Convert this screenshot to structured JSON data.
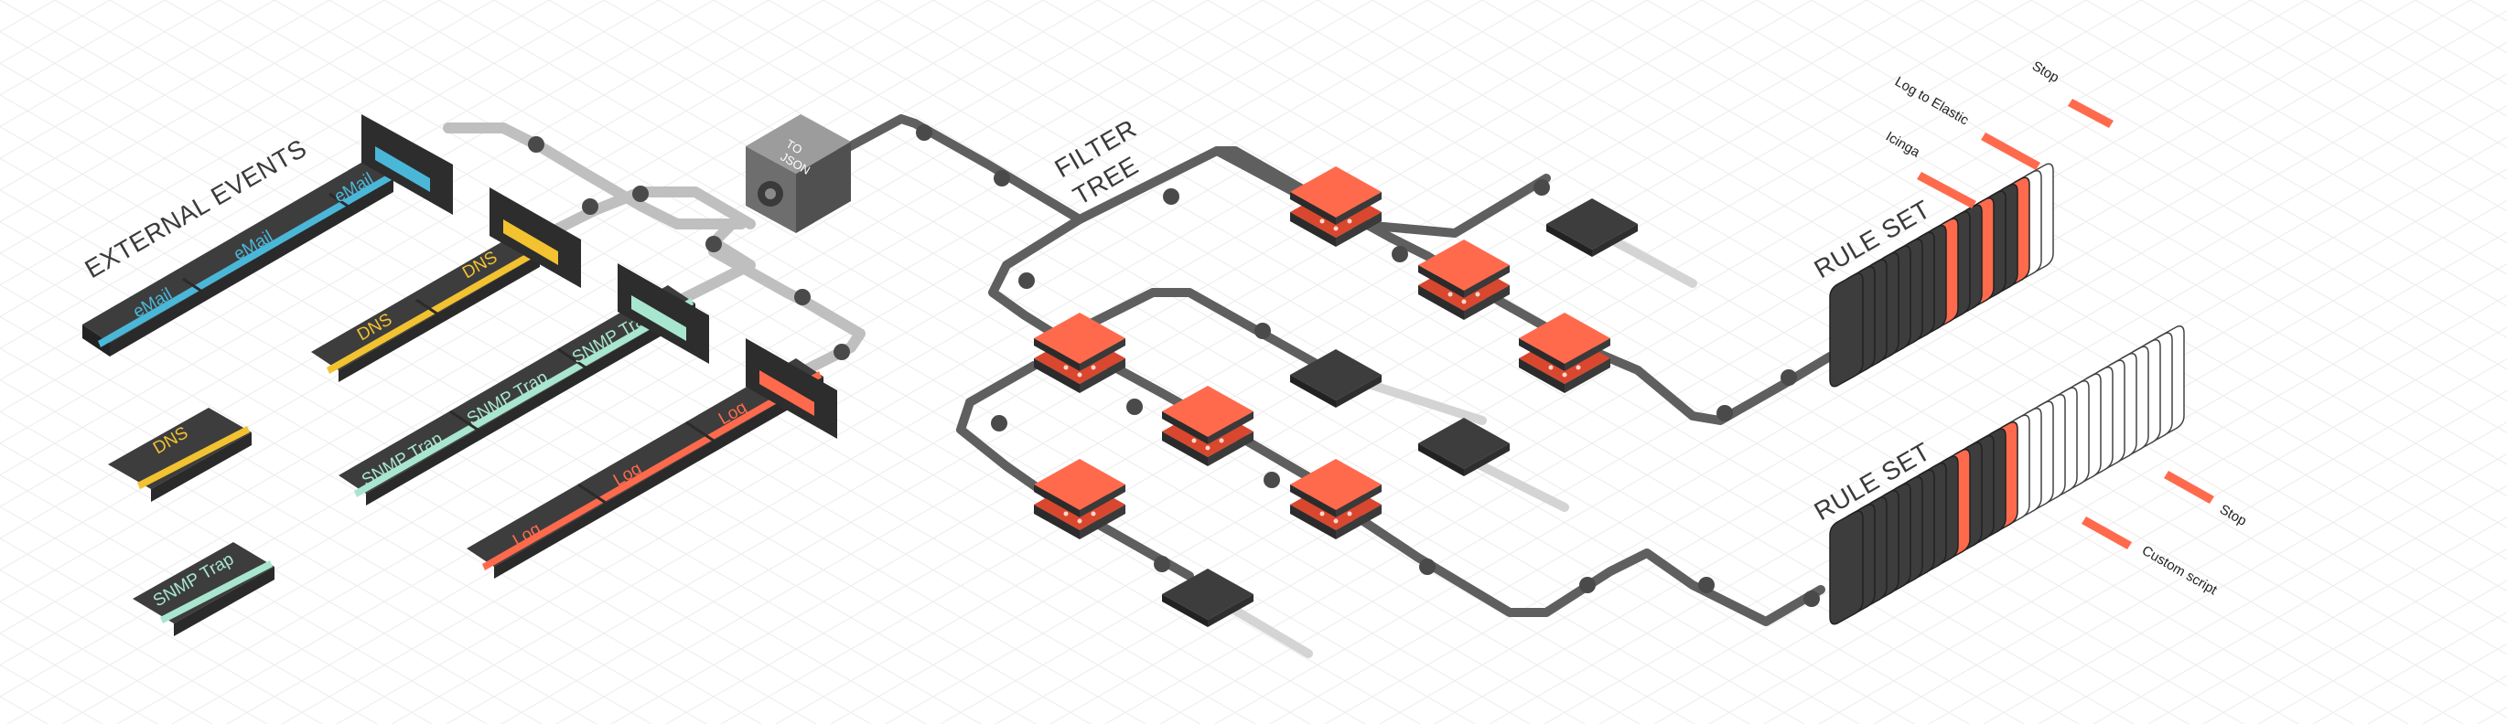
{
  "titles": {
    "external_events": "EXTERNAL EVENTS",
    "to_json_line1": "TO",
    "to_json_line2": "JSON",
    "filter_tree_line1": "FILTER",
    "filter_tree_line2": "TREE",
    "rule_set_top": "RULE SET",
    "rule_set_bottom": "RULE SET"
  },
  "queues": [
    {
      "name": "email",
      "items": [
        "eMail",
        "eMail",
        "eMail"
      ],
      "color": "#4bb7d8",
      "text_color": "#4bb7d8"
    },
    {
      "name": "dns",
      "items": [
        "DNS",
        "DNS"
      ],
      "color": "#f2c230",
      "text_color": "#f2c230"
    },
    {
      "name": "snmp",
      "items": [
        "SNMP Trap",
        "SNMP Trap",
        "SNMP Trap"
      ],
      "color": "#a8e6cf",
      "text_color": "#a8e6cf"
    },
    {
      "name": "log",
      "items": [
        "Log",
        "Log",
        "Log"
      ],
      "color": "#ff6a4d",
      "text_color": "#ff6a4d"
    }
  ],
  "standalone": [
    {
      "label": "DNS",
      "color": "#f2c230"
    },
    {
      "label": "SNMP Trap",
      "color": "#a8e6cf"
    }
  ],
  "actions_top": [
    "Stop",
    "Log to Elastic",
    "Icinga"
  ],
  "actions_bottom": [
    "Stop",
    "Custom script"
  ],
  "colors": {
    "accent": "#ff6a4d",
    "dark": "#3d3d3d",
    "grid": "#e6e6e6",
    "pipe": "#5f5f5f",
    "pipe_light": "#bdbdbd"
  }
}
